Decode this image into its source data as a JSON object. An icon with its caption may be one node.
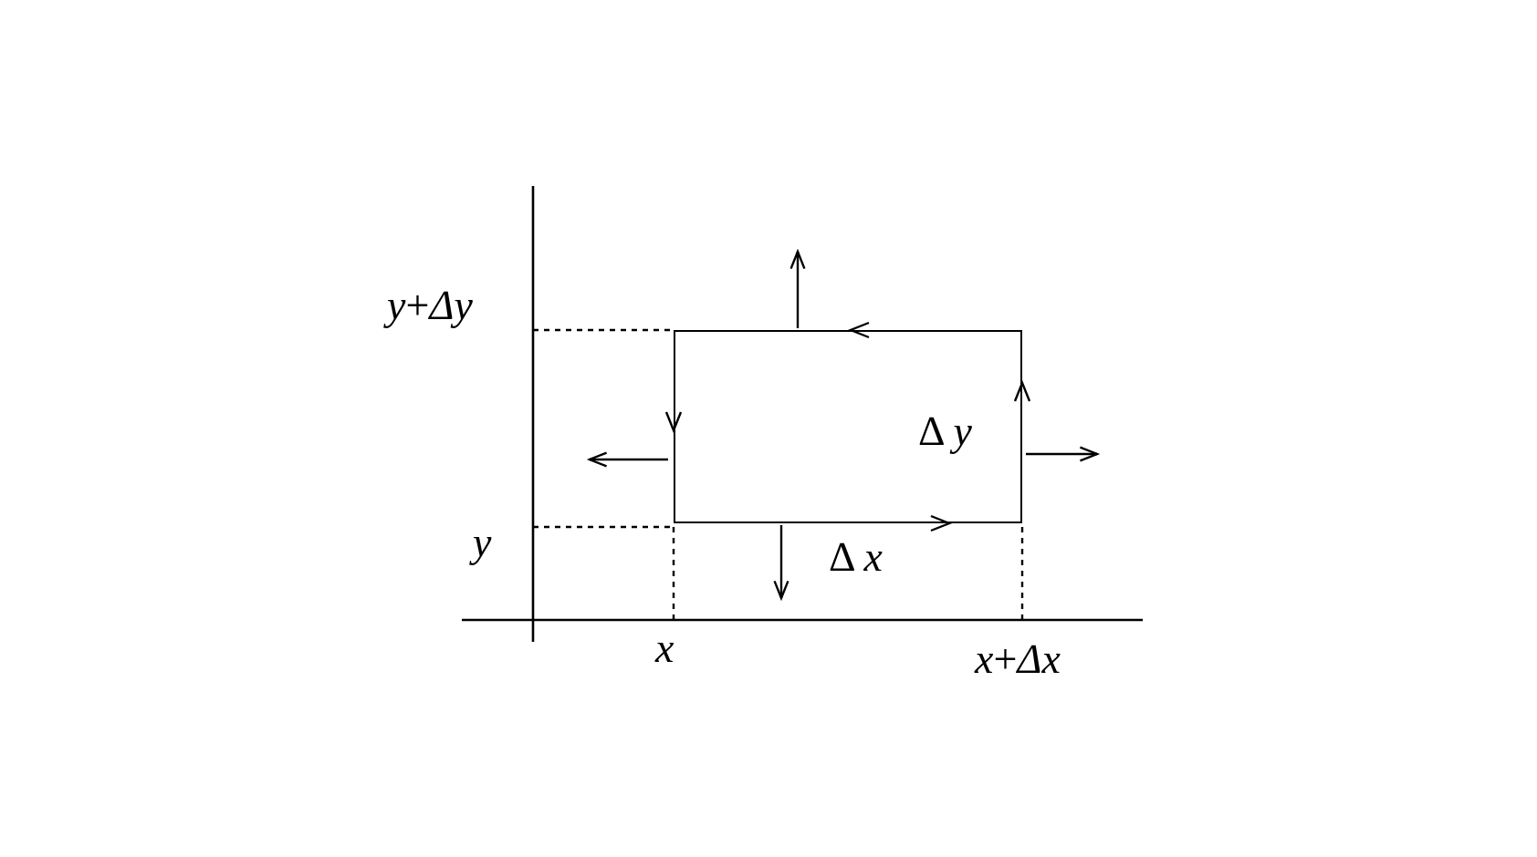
{
  "diagram": {
    "nodes": [
      {
        "text": [],
        "shape": "box"
      }
    ],
    "labels": [
      "*y*+*Δy*",
      "*y*",
      "*x*",
      "*x*+*Δx*",
      "Δ *y*",
      "Δ *x*"
    ]
  }
}
